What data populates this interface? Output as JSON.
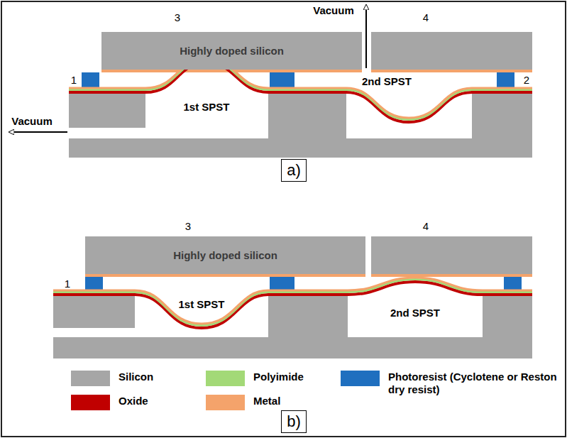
{
  "diagram": {
    "nodes": [
      {
        "text": [
          "Highly doped silicon"
        ]
      },
      {
        "text": [
          "a)"
        ]
      },
      {
        "text": [
          "Highly doped silicon"
        ]
      },
      {
        "text": [
          "b)"
        ]
      }
    ],
    "labels": [
      "3",
      "Vacuum",
      "4",
      "1",
      "1st SPST",
      "2nd SPST",
      "2",
      "Vacuum",
      "3",
      "4",
      "1",
      "1st SPST",
      "2nd SPST"
    ],
    "legend": [
      {
        "text": "Silicon",
        "color": "#a6a6a6"
      },
      {
        "text": "Polyimide",
        "color": "#a3d977"
      },
      {
        "text": "Photoresist (Cyclotene or Reston dry resist)",
        "color": "#1f6fbf"
      },
      {
        "text": "Oxide",
        "color": "#c00000"
      },
      {
        "text": "Metal",
        "color": "#f4a36b"
      }
    ]
  }
}
